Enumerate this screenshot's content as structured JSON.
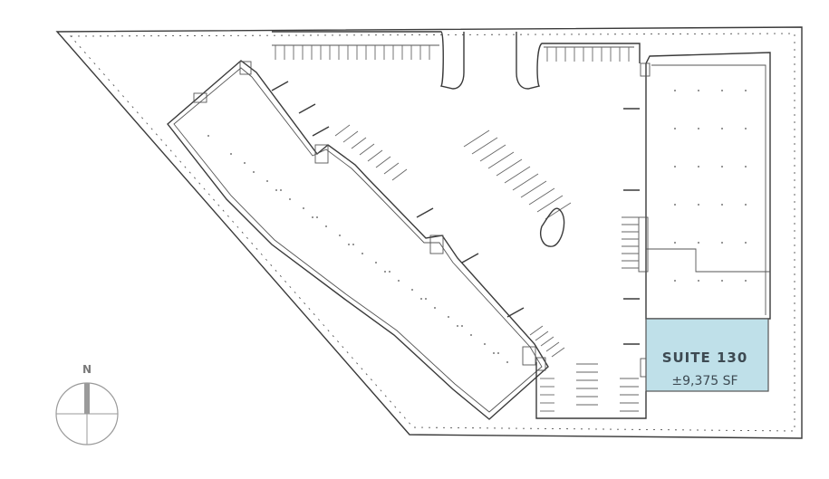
{
  "suite": {
    "name": "SUITE 130",
    "area": "±9,375 SF",
    "highlight_color": "#bfe0e9",
    "border_color": "#555555"
  },
  "compass": {
    "north_label": "N",
    "icon": "north-arrow-icon"
  },
  "colors": {
    "linework": "#3a3a3a",
    "background": "#ffffff"
  }
}
